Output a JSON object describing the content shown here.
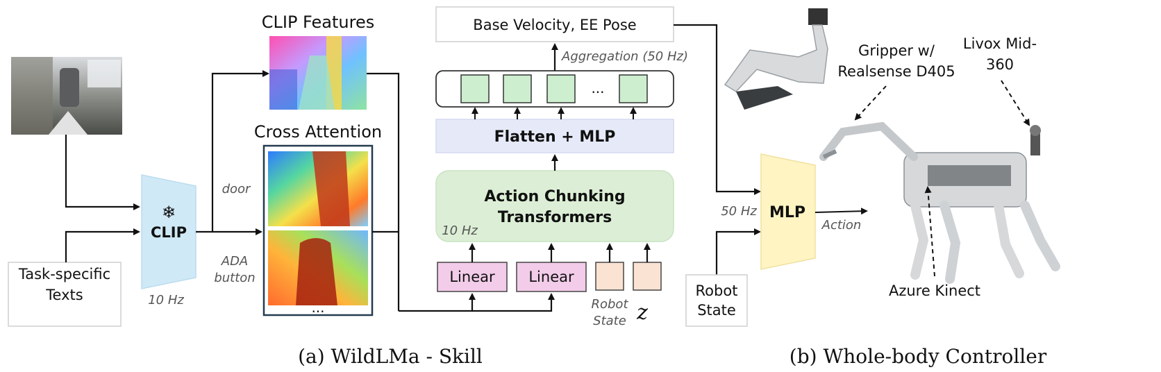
{
  "figure": {
    "left": {
      "caption": "(a) WildLMa - Skill",
      "task_texts_label": "Task-specific\nTexts",
      "clip_label": "CLIP",
      "clip_hz": "10 Hz",
      "clip_features_title": "CLIP Features",
      "cross_attention_title": "Cross Attention",
      "cross_attention_ellipsis": "...",
      "query_door": "door",
      "query_ada": "ADA\nbutton",
      "action_chunking_label": "Action Chunking\nTransformers",
      "act_hz": "10 Hz",
      "flatten_label": "Flatten + MLP",
      "token_ellipsis": "...",
      "aggregation_label": "Aggregation (50 Hz)",
      "output_label": "Base Velocity, EE Pose",
      "linear_labels": [
        "Linear",
        "Linear"
      ],
      "robot_state_label": "Robot\nState",
      "z_label": "z"
    },
    "right": {
      "caption": "(b) Whole-body Controller",
      "mlp_label": "MLP",
      "mlp_hz": "50 Hz",
      "action_label": "Action",
      "robot_state_label": "Robot\nState",
      "gripper_label": "Gripper w/\nRealsense D405",
      "livox_label": "Livox Mid-\n360",
      "azure_label": "Azure Kinect"
    }
  },
  "colors": {
    "clip_fill": "#cfe9f7",
    "act_fill": "#dcefd6",
    "flatten_fill": "#e6eaf8",
    "linear_fill": "#f2cce9",
    "state_fill": "#fbe3d4",
    "token_fill": "#cdeecf",
    "mlp_fill": "#fff4c2"
  }
}
